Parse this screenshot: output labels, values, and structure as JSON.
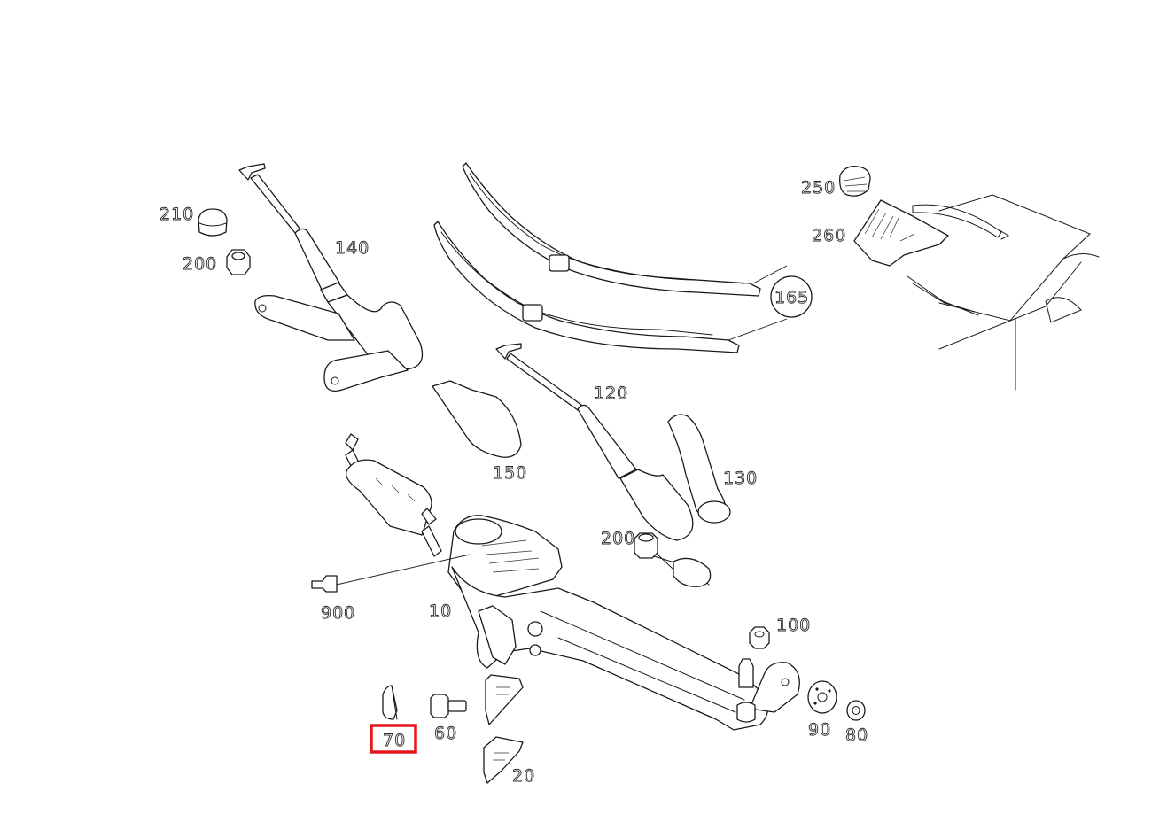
{
  "diagram": {
    "callouts": [
      {
        "id": "p210",
        "label": "210"
      },
      {
        "id": "p200a",
        "label": "200"
      },
      {
        "id": "p140",
        "label": "140"
      },
      {
        "id": "p165",
        "label": "165"
      },
      {
        "id": "p250",
        "label": "250"
      },
      {
        "id": "p260",
        "label": "260"
      },
      {
        "id": "p120",
        "label": "120"
      },
      {
        "id": "p150",
        "label": "150"
      },
      {
        "id": "p130",
        "label": "130"
      },
      {
        "id": "p200b",
        "label": "200"
      },
      {
        "id": "p900",
        "label": "900"
      },
      {
        "id": "p10",
        "label": "10"
      },
      {
        "id": "p100",
        "label": "100"
      },
      {
        "id": "p70",
        "label": "70"
      },
      {
        "id": "p60",
        "label": "60"
      },
      {
        "id": "p90",
        "label": "90"
      },
      {
        "id": "p80",
        "label": "80"
      },
      {
        "id": "p20",
        "label": "20"
      }
    ],
    "highlighted_part": "70",
    "highlight_color": "#e8141b",
    "line_color": "#1a1a1a"
  }
}
